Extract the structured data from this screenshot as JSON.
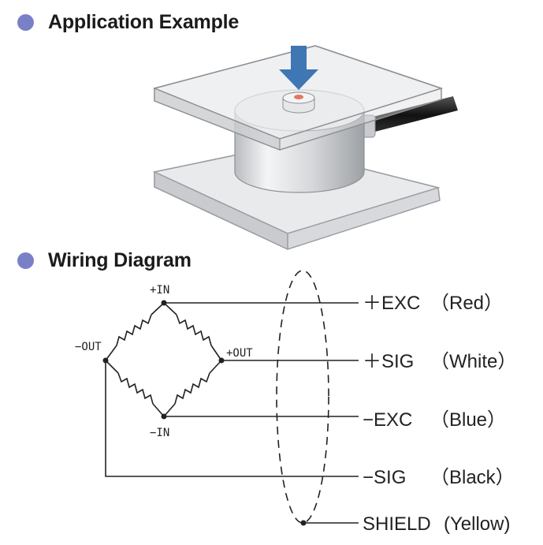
{
  "sections": {
    "application": {
      "title": "Application Example"
    },
    "wiring": {
      "title": "Wiring Diagram"
    }
  },
  "bridge": {
    "plus_in": "+IN",
    "minus_in": "−IN",
    "plus_out": "+OUT",
    "minus_out": "−OUT"
  },
  "wires": [
    {
      "signal": "＋EXC",
      "color": "（Red）"
    },
    {
      "signal": "＋SIG",
      "color": "（White）"
    },
    {
      "signal": "−EXC",
      "color": "（Blue）"
    },
    {
      "signal": "−SIG",
      "color": "（Black）"
    },
    {
      "signal": "SHIELD",
      "color": "(Yellow)"
    }
  ],
  "colors": {
    "bullet": "#7a80c6",
    "arrow": "#3f76b4",
    "plate": "#e6e7ea",
    "sensing_point": "#e07a5f"
  }
}
